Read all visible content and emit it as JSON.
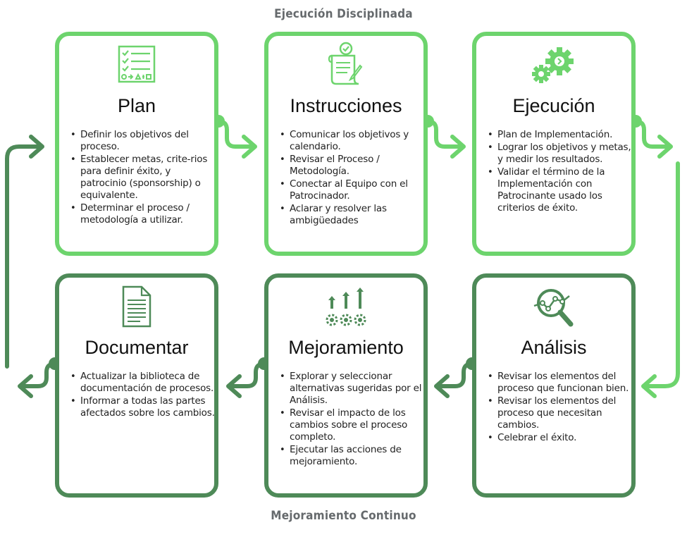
{
  "header": {
    "top_title": "Ejecución Disciplinada",
    "bottom_title": "Mejoramiento Continuo"
  },
  "colors": {
    "light_green": "#6dd46d",
    "dark_green": "#4e8a58",
    "title_gray": "#666a6d"
  },
  "cards": {
    "plan": {
      "icon": "checklist-icon",
      "title": "Plan",
      "bullets": [
        "Definir los objetivos del proceso.",
        "Establecer metas, crite-rios para definir éxito, y patrocinio (sponsorship) o equivalente.",
        "Determinar el proceso / metodología a utilizar."
      ]
    },
    "instrucciones": {
      "icon": "scroll-checkmark-icon",
      "title": "Instrucciones",
      "bullets": [
        "Comunicar los objetivos y calendario.",
        "Revisar el Proceso / Metodología.",
        "Conectar al Equipo con el Patrocinador.",
        "Aclarar y resolver las ambigüedades"
      ]
    },
    "ejecucion": {
      "icon": "gears-icon",
      "title": "Ejecución",
      "bullets": [
        "Plan de Implementación.",
        "Lograr los objetivos y metas, y medir los resultados.",
        "Validar el término de la Implementación con Patrocinante usado los criterios de éxito."
      ]
    },
    "documentar": {
      "icon": "document-icon",
      "title": "Documentar",
      "bullets": [
        "Actualizar la biblioteca de documentación de procesos.",
        "Informar a todas las partes afectados sobre los cambios."
      ]
    },
    "mejoramiento": {
      "icon": "arrows-up-gears-icon",
      "title": "Mejoramiento",
      "bullets": [
        "Explorar y seleccionar alternativas sugeridas por el Análisis.",
        "Revisar el impacto de los cambios sobre el proceso completo.",
        "Ejecutar las acciones de mejoramiento."
      ]
    },
    "analisis": {
      "icon": "magnifier-chart-icon",
      "title": "Análisis",
      "bullets": [
        "Revisar los elementos del proceso que funcionan bien.",
        "Revisar los elementos del proceso que necesitan cambios.",
        "Celebrar el éxito."
      ]
    }
  }
}
